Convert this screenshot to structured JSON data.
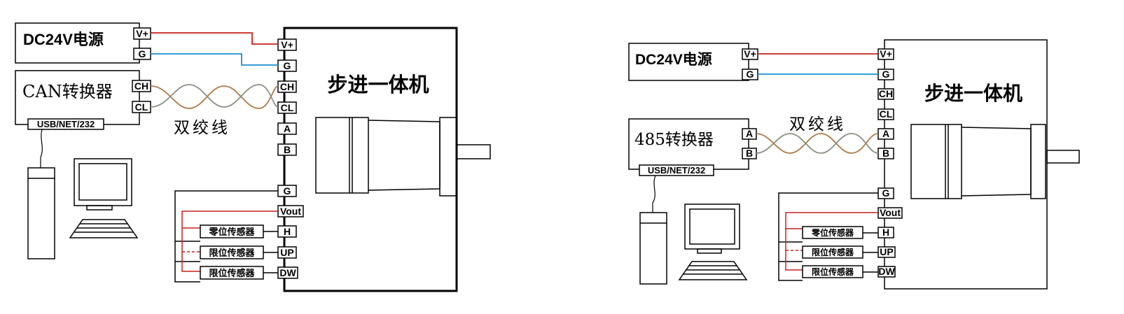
{
  "colors": {
    "line": "#000000",
    "red": "#c8201c",
    "blue": "#1a8fd6",
    "brown": "#b07a45",
    "gray": "#8a8f82"
  },
  "left": {
    "power_label": "DC24V电源",
    "power_terms": [
      "V+",
      "G"
    ],
    "converter_label": "CAN转换器",
    "converter_terms": [
      "CH",
      "CL"
    ],
    "converter_port": "USB/NET/232",
    "twisted_label": "双绞线",
    "motor_title": "步进一体机",
    "motor_terms": [
      "V+",
      "G",
      "CH",
      "CL",
      "A",
      "B",
      "G",
      "Vout",
      "H",
      "UP",
      "DW"
    ],
    "sensors": [
      "零位传感器",
      "限位传感器",
      "限位传感器"
    ]
  },
  "right": {
    "power_label": "DC24V电源",
    "power_terms": [
      "V+",
      "G"
    ],
    "converter_label": "485转换器",
    "converter_terms": [
      "A",
      "B"
    ],
    "converter_port": "USB/NET/232",
    "twisted_label": "双绞线",
    "motor_title": "步进一体机",
    "motor_terms": [
      "V+",
      "G",
      "CH",
      "CL",
      "A",
      "B",
      "G",
      "Vout",
      "H",
      "UP",
      "DW"
    ],
    "sensors": [
      "零位传感器",
      "限位传感器",
      "限位传感器"
    ]
  }
}
